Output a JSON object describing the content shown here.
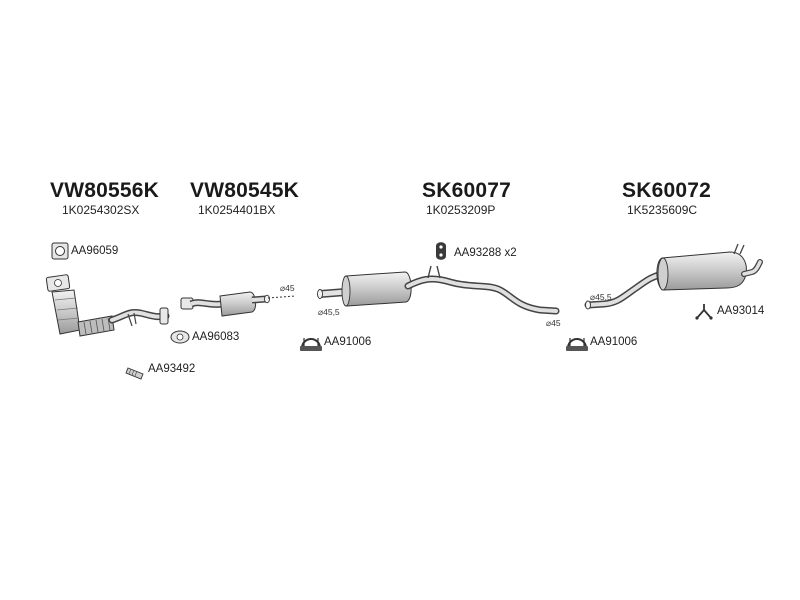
{
  "sections": [
    {
      "code": "VW80556K",
      "part_number": "1K0254302SX"
    },
    {
      "code": "VW80545K",
      "part_number": "1K0254401BX"
    },
    {
      "code": "SK60077",
      "part_number": "1K0253209P"
    },
    {
      "code": "SK60072",
      "part_number": "1K5235609C"
    }
  ],
  "accessories": {
    "gasket_square": "AA96059",
    "gasket_oval": "AA96083",
    "bolt": "AA93492",
    "rubber_mount": "AA93288 x2",
    "clamp_a": "AA91006",
    "clamp_b": "AA91006",
    "hanger_bracket": "AA93014"
  },
  "dimensions": {
    "front_pipe_end": "⌀45",
    "mid_muffler_inlet": "⌀45,5",
    "mid_pipe_end": "⌀45",
    "rear_inlet": "⌀45,5"
  },
  "colors": {
    "part_fill": "#d9d9d9",
    "part_stroke": "#3a3a3a",
    "text": "#1a1a1a"
  }
}
